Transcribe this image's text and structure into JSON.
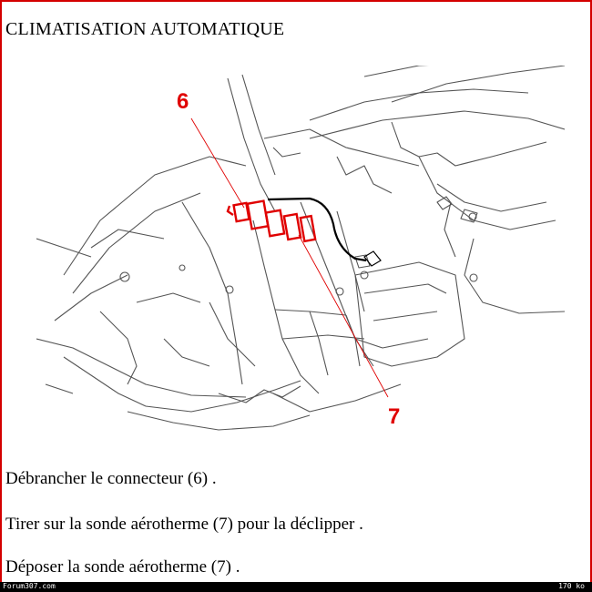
{
  "document": {
    "title": "CLIMATISATION AUTOMATIQUE",
    "steps": [
      "Débrancher le connecteur (6) .",
      "Tirer sur la sonde aérotherme (7) pour la déclipper .",
      "Déposer la sonde aérotherme (7) ."
    ]
  },
  "figure": {
    "callout_6": "6",
    "callout_7": "7"
  },
  "footer": {
    "site": "Forum307.com",
    "size": "170 ko"
  },
  "colors": {
    "accent": "#d40000",
    "line": "#555555"
  }
}
